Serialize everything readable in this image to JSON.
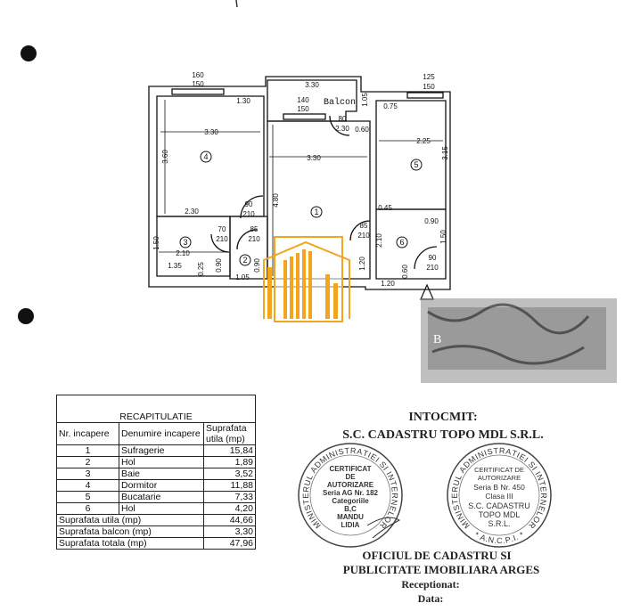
{
  "plan": {
    "balcony_label": "Balcon",
    "rooms": [
      "1",
      "2",
      "3",
      "4",
      "5",
      "6"
    ],
    "dims": {
      "win_left_top": "160",
      "win_left_bot": "150",
      "win_right_top": "125",
      "win_right_bot": "150",
      "win_mid_top": "140",
      "win_mid_bot": "150",
      "door_balcon_top": "80",
      "door_balcon_bot": "2.30",
      "balcon_w": "3.30",
      "balcon_h": "1.05",
      "d060a": "0.60",
      "r4_130": "1.30",
      "r4_w": "3.30",
      "r4_h": "3.60",
      "r4_230": "2.30",
      "door4_top": "90",
      "door4_bot": "210",
      "door3_top": "70",
      "door3_bot": "210",
      "door2_top": "85",
      "door2_bot": "210",
      "r3_150": "1.50",
      "r3_210": "2.10",
      "r3_135": "1.35",
      "r3_025": "0.25",
      "r3_090": "0.90",
      "r2_090": "0.90",
      "r2_105": "1.05",
      "r1_w": "3.30",
      "r1_h": "4.80",
      "r5_075": "0.75",
      "r5_w": "2.25",
      "r5_h": "3.15",
      "r6_045": "0.45",
      "r6_090": "0.90",
      "door6_top": "85",
      "door6_bot": "210",
      "r6_210": "2.10",
      "r6_150": "1.50",
      "r6_120v": "1.20",
      "entry_top": "90",
      "entry_bot": "210",
      "r6_060": "0.60",
      "r6_120": "1.20"
    },
    "redacted_letter": "B"
  },
  "table": {
    "title": "RECAPITULATIE",
    "headers": [
      "Nr. incapere",
      "Denumire incapere",
      "Suprafata utila (mp)"
    ],
    "rows": [
      {
        "nr": "1",
        "name": "Sufragerie",
        "area": "15,84"
      },
      {
        "nr": "2",
        "name": "Hol",
        "area": "1,89"
      },
      {
        "nr": "3",
        "name": "Baie",
        "area": "3,52"
      },
      {
        "nr": "4",
        "name": "Dormitor",
        "area": "11,88"
      },
      {
        "nr": "5",
        "name": "Bucatarie",
        "area": "7,33"
      },
      {
        "nr": "6",
        "name": "Hol",
        "area": "4,20"
      }
    ],
    "totals": [
      {
        "label": "Suprafata utila (mp)",
        "value": "44,66"
      },
      {
        "label": "Suprafata balcon (mp)",
        "value": "3,30"
      },
      {
        "label": "Suprafata totala (mp)",
        "value": "47,96"
      }
    ]
  },
  "signoff": {
    "prepared": "INTOCMIT:",
    "company": "S.C. CADASTRU TOPO MDL S.R.L.",
    "office_1": "OFICIUL DE CADASTRU SI",
    "office_2": "PUBLICITATE IMOBILIARA ARGES",
    "received": "Receptionat:",
    "date": "Data:"
  },
  "stamp_left": {
    "ring": "MINISTERUL ADMINISTRATIEI SI INTERNELOR",
    "lines": [
      "CERTIFICAT",
      "DE",
      "AUTORIZARE",
      "Seria AG Nr. 182",
      "Categoriile",
      "B,C",
      "MANDU",
      "LIDIA"
    ]
  },
  "stamp_right": {
    "ring": "MINISTERUL ADMINISTRATIEI SI INTERNELOR",
    "ring_bottom": "* A.N.C.P.I. *",
    "lines": [
      "CERTIFICAT DE",
      "AUTORIZARE",
      "Seria B Nr. 450",
      "Clasa III",
      "S.C. CADASTRU",
      "TOPO MDL",
      "S.R.L."
    ]
  },
  "colors": {
    "logo": "#f2a51d",
    "ink": "#111111",
    "stamp": "#333333"
  }
}
